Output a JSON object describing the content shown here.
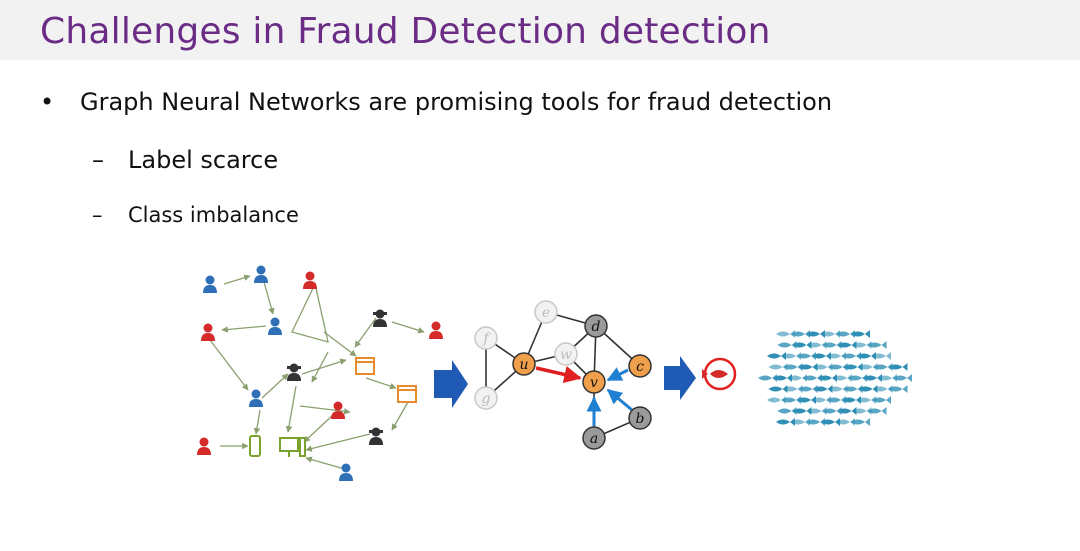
{
  "slide": {
    "title": "Challenges in Fraud Detection detection",
    "bullet": "Graph Neural Networks are promising tools for fraud detection",
    "bullet_marker": "•",
    "sub_items": [
      {
        "marker": "–",
        "text": "Label scarce"
      },
      {
        "marker": "–",
        "text": "Class imbalance"
      }
    ]
  },
  "figure": {
    "graph_node_labels": [
      "e",
      "d",
      "f",
      "u",
      "w",
      "c",
      "v",
      "g",
      "b",
      "a"
    ],
    "colors": {
      "benign_user": "#2e6fb7",
      "fraud_user": "#d42a2a",
      "merchant": "#e88b2e",
      "device": "#7aa32d",
      "arrow": "#1f5bb5",
      "node_orange": "#f0a04b",
      "node_gray": "#9a9a9a",
      "fish": "#2f8fb5",
      "red_edge": "#e02020"
    },
    "icons": [
      "user-icon",
      "fraudster-icon",
      "hacker-icon",
      "shop-icon",
      "phone-icon",
      "computer-icon",
      "fish-school-icon",
      "fraud-fish-icon"
    ]
  }
}
